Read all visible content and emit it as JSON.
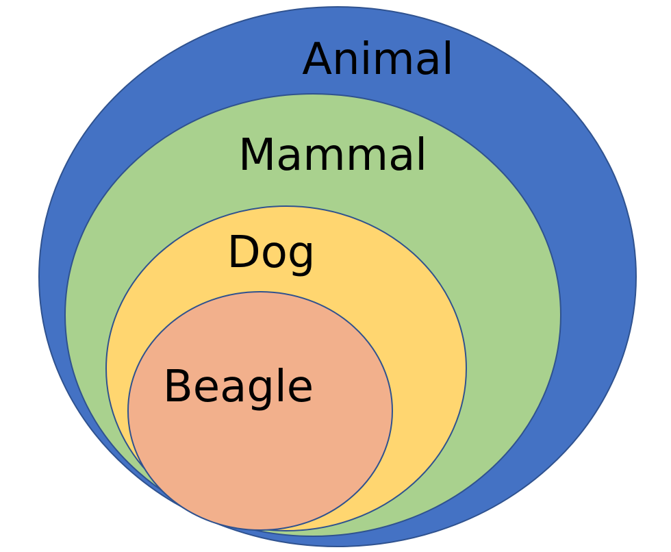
{
  "diagram": {
    "type": "nested-sets",
    "sets": [
      {
        "id": "animal",
        "label": "Animal",
        "fill": "#4472C4",
        "stroke": "#2F528F"
      },
      {
        "id": "mammal",
        "label": "Mammal",
        "fill": "#A9D18E",
        "stroke": "#2F528F"
      },
      {
        "id": "dog",
        "label": "Dog",
        "fill": "#FFD670",
        "stroke": "#2F528F"
      },
      {
        "id": "beagle",
        "label": "Beagle",
        "fill": "#F2B08C",
        "stroke": "#2F528F"
      }
    ]
  }
}
